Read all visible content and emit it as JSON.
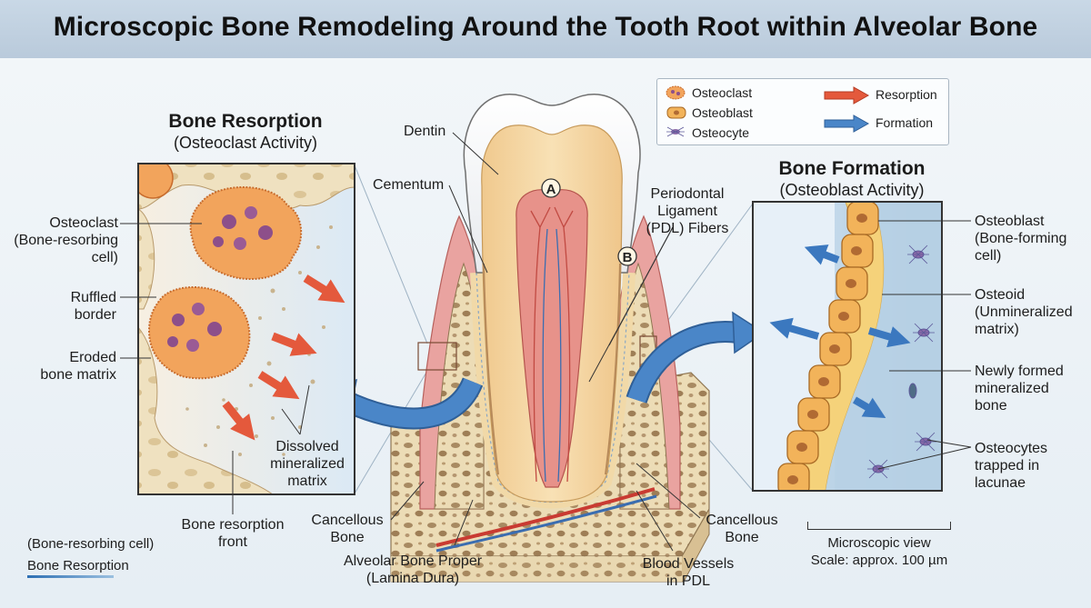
{
  "title": "Microscopic Bone Remodeling Around the Tooth Root within Alveolar Bone",
  "left_panel": {
    "heading": "Bone Resorption",
    "subheading": "(Osteoclast Activity)",
    "labels": {
      "osteoclast_1": "Osteoclast",
      "osteoclast_2": "(Bone-resorbing",
      "osteoclast_3": "cell)",
      "ruffled_1": "Ruffled",
      "ruffled_2": "border",
      "eroded_1": "Eroded",
      "eroded_2": "bone matrix",
      "dissolved_1": "Dissolved",
      "dissolved_2": "mineralized",
      "dissolved_3": "matrix",
      "front_1": "Bone resorption",
      "front_2": "front"
    }
  },
  "right_panel": {
    "heading": "Bone Formation",
    "subheading": "(Osteoblast Activity)",
    "labels": {
      "osteoblast_1": "Osteoblast",
      "osteoblast_2": "(Bone-forming",
      "osteoblast_3": "cell)",
      "osteoid_1": "Osteoid",
      "osteoid_2": "(Unmineralized",
      "osteoid_3": "matrix)",
      "newbone_1": "Newly formed",
      "newbone_2": "mineralized",
      "newbone_3": "bone",
      "osteocytes_1": "Osteocytes",
      "osteocytes_2": "trapped in",
      "osteocytes_3": "lacunae"
    }
  },
  "tooth_labels": {
    "dentin": "Dentin",
    "cementum": "Cementum",
    "pdl_1": "Periodontal",
    "pdl_2": "Ligament",
    "pdl_3": "(PDL) Fibers",
    "marker_a": "A",
    "marker_b": "B",
    "cancellous_left_1": "Cancellous",
    "cancellous_left_2": "Bone",
    "cancellous_right_1": "Cancellous",
    "cancellous_right_2": "Bone",
    "alveolar_1": "Alveolar Bone Proper",
    "alveolar_2": "(Lamina Dura)",
    "vessels_1": "Blood Vessels",
    "vessels_2": "in PDL"
  },
  "legend": {
    "osteoclast": "Osteoclast",
    "osteoblast": "Osteoblast",
    "osteocyte": "Osteocyte",
    "resorption": "Resorption",
    "formation": "Formation"
  },
  "scale": {
    "line1": "Microscopic view",
    "line2": "Scale: approx. 100 µm"
  },
  "bottom_left": {
    "line1": "(Bone-resorbing cell)",
    "line2": "Bone Resorption"
  },
  "colors": {
    "resorption_arrow": "#e4593c",
    "formation_arrow": "#3b78bf",
    "osteoclast_fill": "#f2a45c",
    "osteoblast_fill": "#f2b35a",
    "bone": "#efe0bd",
    "gum": "#e9a3a0"
  }
}
